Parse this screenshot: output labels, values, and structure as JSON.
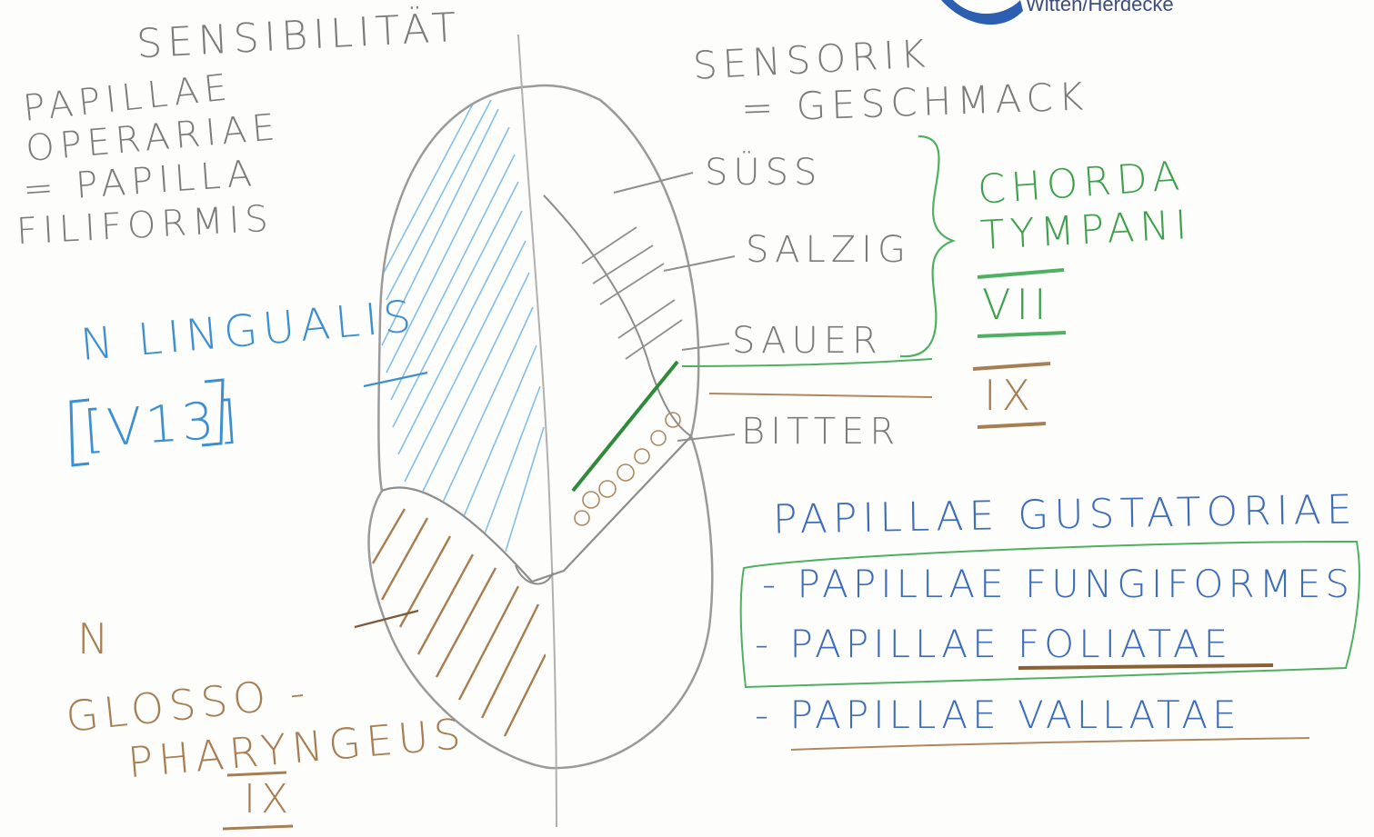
{
  "logo": {
    "text": "Witten/Herdecke",
    "color": "#2d5fb0"
  },
  "left_column": {
    "heading": "SENSIBILITÄT",
    "note_lines": [
      "PAPILLAE",
      "OPERARIAE",
      "= PAPILLA",
      "FILIFORMIS"
    ]
  },
  "right_column": {
    "heading_lines": [
      "SENSORIK",
      "= GESCHMACK"
    ],
    "tastes": [
      "SÜSS",
      "SALZIG",
      "SAUER",
      "BITTER"
    ],
    "chorda_lines": [
      "CHORDA",
      "TYMPANI"
    ],
    "nerve_vii": "VII",
    "nerve_ix": "IX"
  },
  "nerves": {
    "lingualis_label": "N LINGUALIS",
    "lingualis_code": "[V13]",
    "glosso_lines": [
      "N",
      "GLOSSO -",
      "PHARYNGEUS"
    ],
    "glosso_code": "IX"
  },
  "gustatory": {
    "title": "PAPILLAE GUSTATORIAE",
    "items": [
      "- PAPILLAE FUNGIFORMES",
      "- PAPILLAE FOLIATAE",
      "- PAPILLAE VALLATAE"
    ]
  },
  "colors": {
    "pencil_gray": "#8a8a8a",
    "lingualis_blue": "#3d8fd0",
    "glosso_brown": "#a77d52",
    "chorda_green": "#3fa14d",
    "gustatory_navy": "#3d6db8"
  }
}
